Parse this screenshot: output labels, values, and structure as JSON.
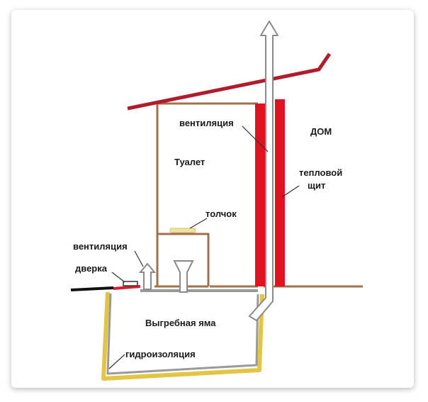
{
  "labels": {
    "ventilation_top": "вентиляция",
    "house": "ДОМ",
    "toilet": "Туалет",
    "heat_shield_line1": "тепловой",
    "heat_shield_line2": "щит",
    "seat": "толчок",
    "ventilation_left": "вентиляция",
    "door": "дверка",
    "cesspit": "Выгребная яма",
    "waterproofing": "гидроизоляция"
  },
  "colors": {
    "roof": "#b01c2c",
    "wall": "#a0714a",
    "heat_shield": "#e0121f",
    "pipe_stroke": "#888888",
    "pit_outline": "#e2c542",
    "pit_inner": "#999999",
    "ground": "#111111"
  }
}
